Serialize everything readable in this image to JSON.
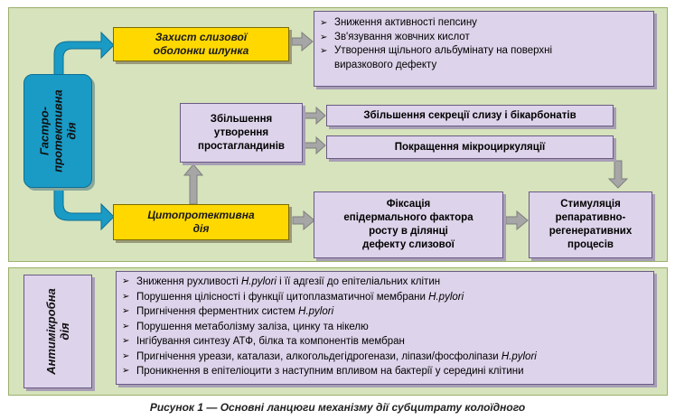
{
  "colors": {
    "panel_green": "#d6e3bc",
    "box_purple": "#ddd3ea",
    "box_yellow": "#ffd800",
    "label_blue": "#1a9bc6",
    "arrow_gray": "#a6a6a6",
    "arrow_blue": "#1a9bc6"
  },
  "gastroprotective": {
    "label_line1": "Гастро-",
    "label_line2": "протективна",
    "label_line3": "дія"
  },
  "mucosa_protection": {
    "line1": "Захист слизової",
    "line2": "оболонки шлунка",
    "effects": [
      "Зниження активності пепсину",
      "Зв'язування жовчних кислот",
      "Утворення щільного альбумінату на поверхні",
      "виразкового дефекту"
    ]
  },
  "prostaglandins": {
    "line1": "Збільшення",
    "line2": "утворення",
    "line3": "простагландинів",
    "mucus": "Збільшення секреції слизу і бікарбонатів",
    "microcirculation": "Покращення мікроциркуляції"
  },
  "cytoprotective": {
    "line1": "Цитопротективна",
    "line2": "дія"
  },
  "egf": {
    "line1": "Фіксація",
    "line2": "епідермального фактора",
    "line3": "росту в ділянці",
    "line4": "дефекту слизової"
  },
  "reparative": {
    "line1": "Стимуляція",
    "line2": "репаративно-",
    "line3": "регенеративних",
    "line4": "процесів"
  },
  "antimicrobial": {
    "label_line1": "Антимікробна",
    "label_line2": "дія",
    "effects": [
      {
        "text": "Зниження рухливості ",
        "italic": "H.pylori",
        "tail": " і її адгезії до епітеліальних клітин"
      },
      {
        "text": "Порушення цілісності і функції цитоплазматичної мембрани ",
        "italic": "H.pylori",
        "tail": ""
      },
      {
        "text": "Пригнічення ферментних систем ",
        "italic": "H.pylori",
        "tail": ""
      },
      {
        "text": "Порушення метаболізму заліза, цинку та нікелю",
        "italic": "",
        "tail": ""
      },
      {
        "text": "Інгібування синтезу АТФ, білка та компонентів мембран",
        "italic": "",
        "tail": ""
      },
      {
        "text": "Пригнічення уреази, каталази, алкогольдегідрогенази, ліпази/фосфоліпази ",
        "italic": "H.pylori",
        "tail": ""
      },
      {
        "text": "Проникнення в епітеліоцити з наступним впливом на бактерії у середині клітини",
        "italic": "",
        "tail": ""
      }
    ]
  },
  "bullet_marker": "➢",
  "caption": "Рисунок 1 — Основні ланцюги механізму дії субцитрату колоїдного"
}
